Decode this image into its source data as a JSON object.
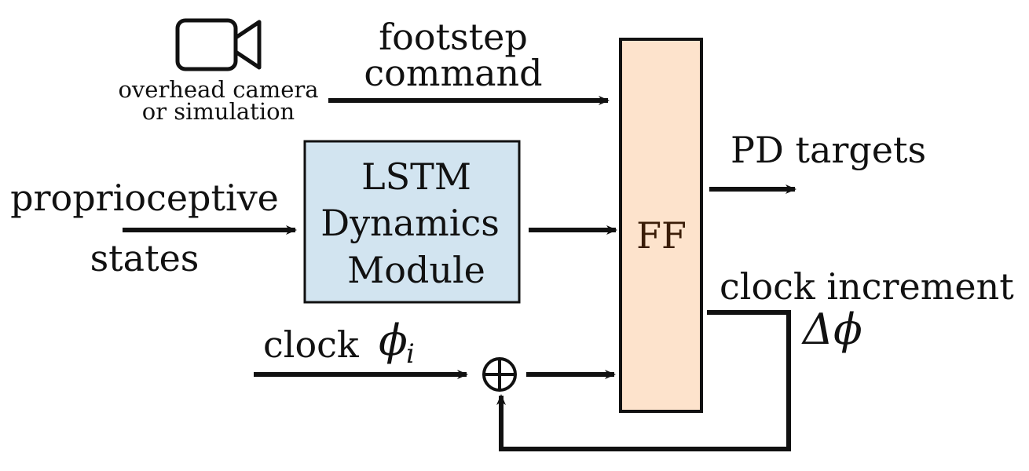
{
  "inputs": {
    "camera_line1": "overhead camera",
    "camera_line2": "or simulation",
    "footstep_line1": "footstep",
    "footstep_line2": "command",
    "proprio_line1": "proprioceptive",
    "proprio_line2": "states",
    "clock_label": "clock",
    "clock_symbol": "ϕ",
    "clock_subscript": "i"
  },
  "lstm": {
    "line1": "LSTM",
    "line2": "Dynamics",
    "line3": "Module",
    "fill": "#d2e4f0"
  },
  "ff": {
    "label": "FF",
    "fill": "#fde3cc"
  },
  "outputs": {
    "pd_targets": "PD targets",
    "clock_increment": "clock increment",
    "delta_phi": "Δϕ"
  },
  "icons": {
    "camera": "video-camera-icon",
    "adder": "circled-plus-icon"
  }
}
